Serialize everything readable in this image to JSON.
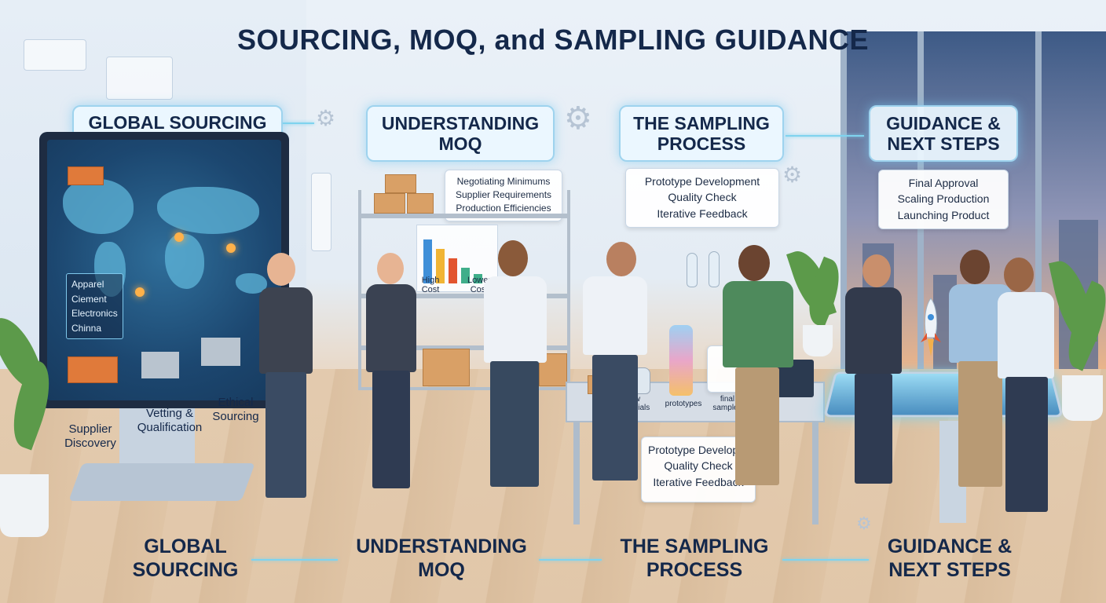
{
  "title": "SOURCING, MOQ, and SAMPLING GUIDANCE",
  "stages": [
    {
      "label": "GLOBAL SOURCING"
    },
    {
      "label": "UNDERSTANDING MOQ"
    },
    {
      "label": "THE SAMPLING PROCESS"
    },
    {
      "label": "GUIDANCE & NEXT STEPS"
    }
  ],
  "moq_notes": [
    "Negotiating Minimums",
    "Supplier Requirements",
    "Production Efficiencies"
  ],
  "sampling_notes": [
    "Prototype Development",
    "Quality Check",
    "Iterative Feedback"
  ],
  "sampling_table_notes": [
    "Prototype Development",
    "Quality Check",
    "Iterative Feedback"
  ],
  "next_steps_notes": [
    "Final Approval",
    "Scaling Production",
    "Launching Product"
  ],
  "monitor": {
    "categories": [
      "Apparel",
      "Ciement",
      "Electronics",
      "Chinna"
    ],
    "labels": [
      "Supplier Discovery",
      "Vetting & Qualification",
      "Ethical Sourcing"
    ]
  },
  "moq_chart": {
    "high_label": "High Cost",
    "low_label": "Lower Cost"
  },
  "sample_flow": [
    "raw materials",
    "prototypes",
    "final samples"
  ],
  "bottom_labels": {
    "l1a": "GLOBAL",
    "l1b": "SOURCING",
    "l2a": "UNDERSTANDING",
    "l2b": "MOQ",
    "l3a": "THE SAMPLING",
    "l3b": "PROCESS",
    "l4a": "GUIDANCE &",
    "l4b": "NEXT STEPS"
  },
  "stage_lines": {
    "s1": "GLOBAL SOURCING",
    "s2a": "UNDERSTANDING",
    "s2b": "MOQ",
    "s3a": "THE SAMPLING",
    "s3b": "PROCESS",
    "s4a": "GUIDANCE &",
    "s4b": "NEXT STEPS"
  },
  "colors": {
    "accent": "#7fd3ee",
    "title": "#14284a",
    "container": "#e07a3a"
  }
}
